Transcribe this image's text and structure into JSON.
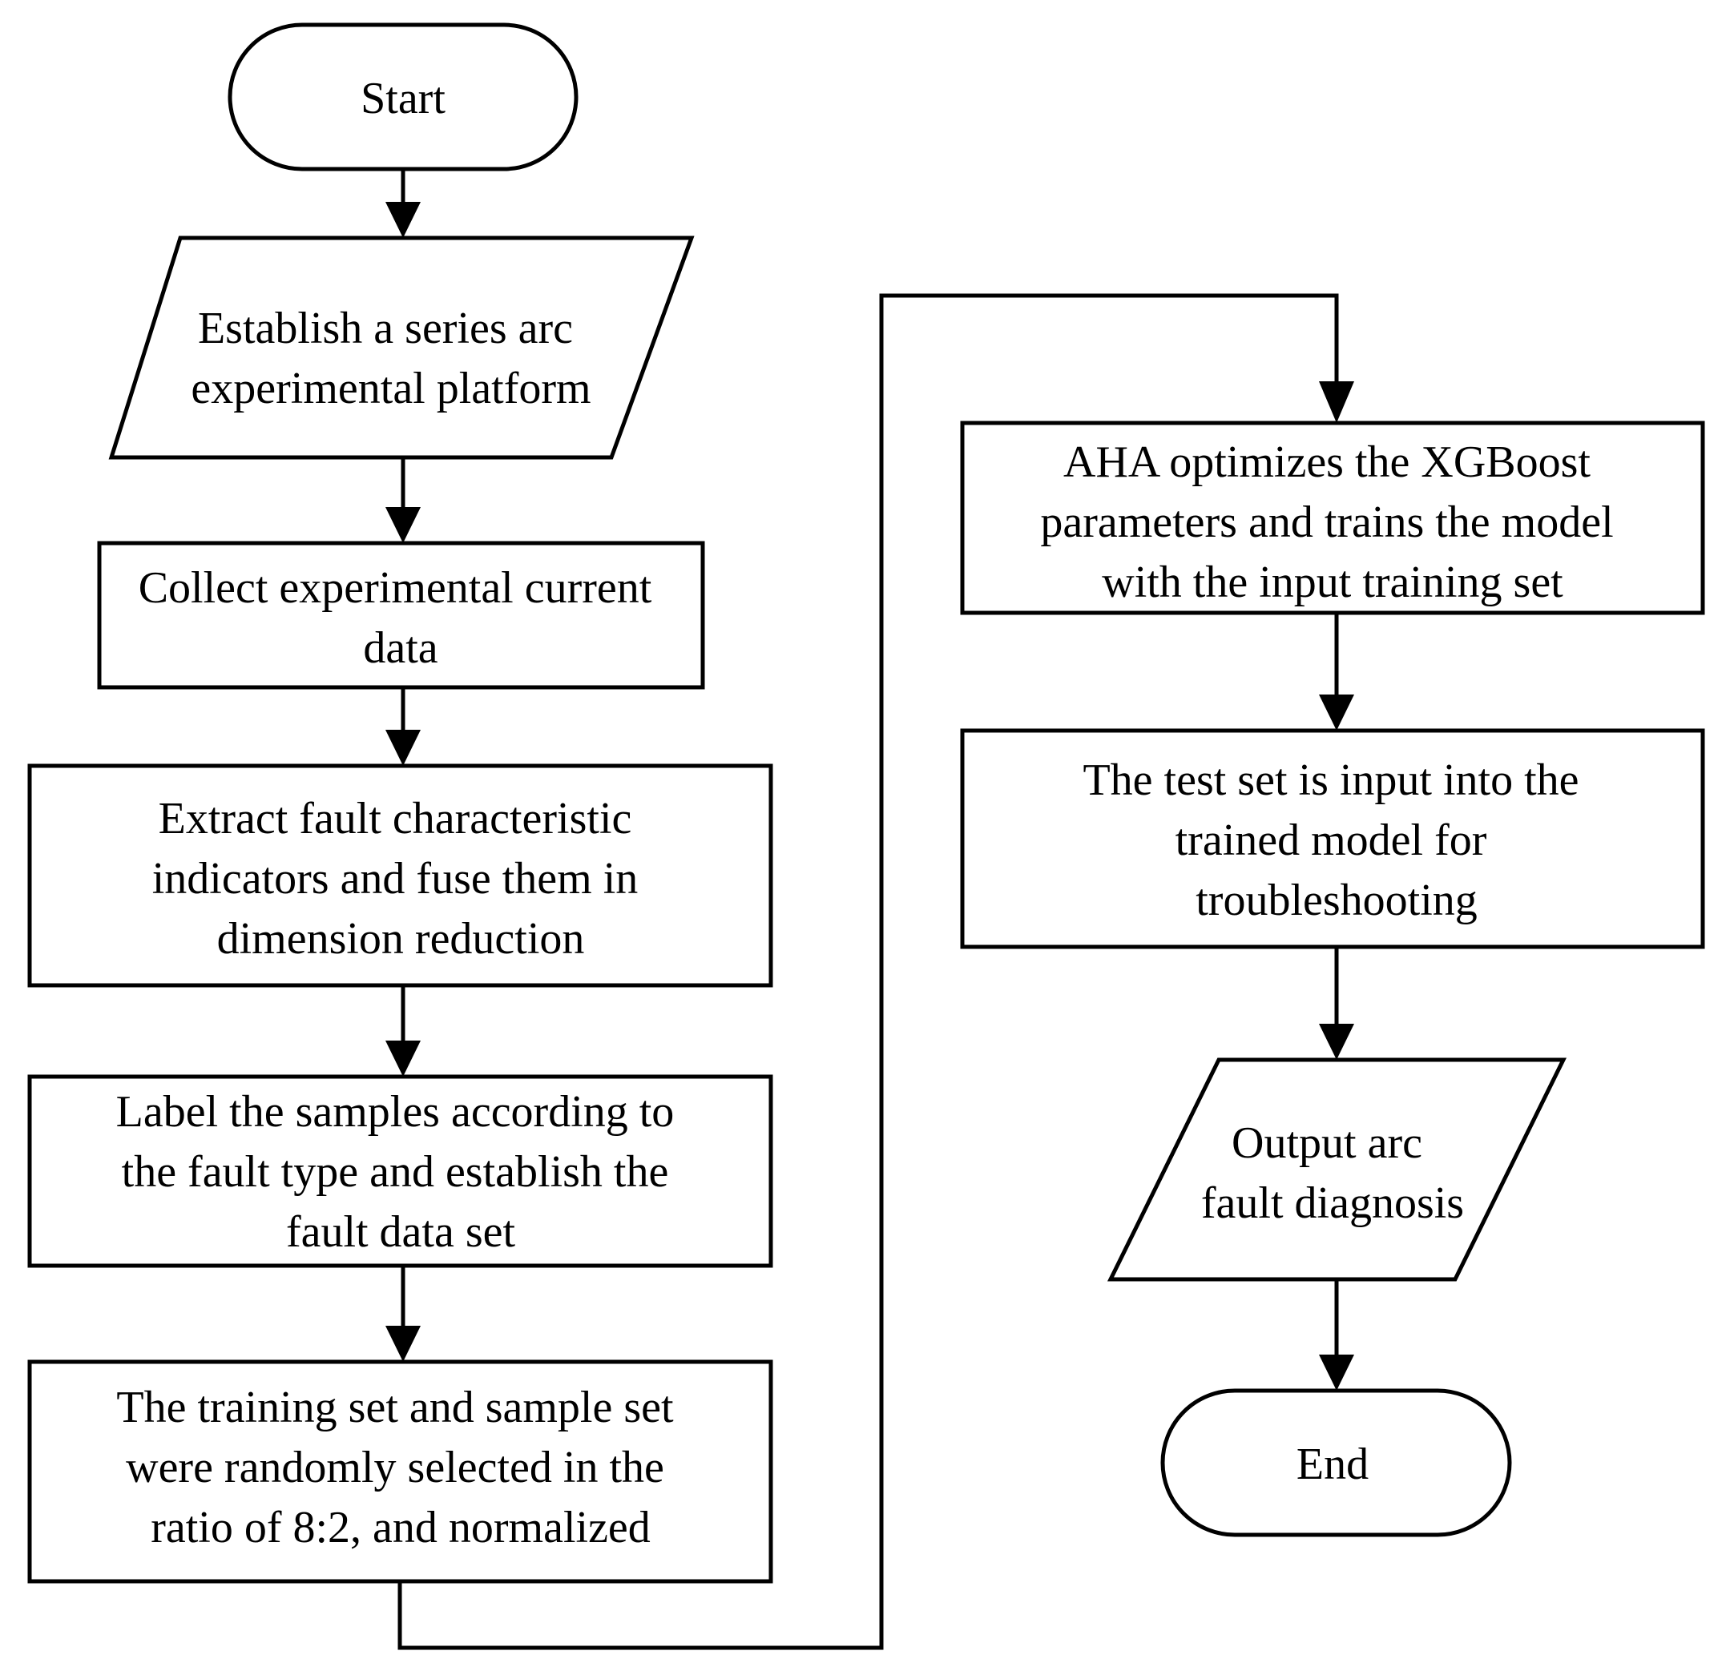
{
  "nodes": {
    "start": "Start",
    "establish": [
      "Establish a series arc",
      "experimental platform"
    ],
    "collect": [
      "Collect experimental current",
      "data"
    ],
    "extract": [
      "Extract fault characteristic",
      "indicators and fuse them in",
      "dimension reduction"
    ],
    "label": [
      "Label the samples according to",
      "the fault type and establish the",
      "fault data set"
    ],
    "split": [
      "The training set and sample set",
      "were randomly selected in the",
      "ratio of 8:2, and normalized"
    ],
    "aha": [
      "AHA optimizes the XGBoost",
      "parameters and trains the model",
      "with the input training set"
    ],
    "test": [
      "The test set is input into the",
      "trained model for",
      "troubleshooting"
    ],
    "output": [
      "Output arc",
      "fault diagnosis"
    ],
    "end": "End"
  },
  "colors": {
    "stroke": "#000000",
    "fill": "#ffffff"
  }
}
